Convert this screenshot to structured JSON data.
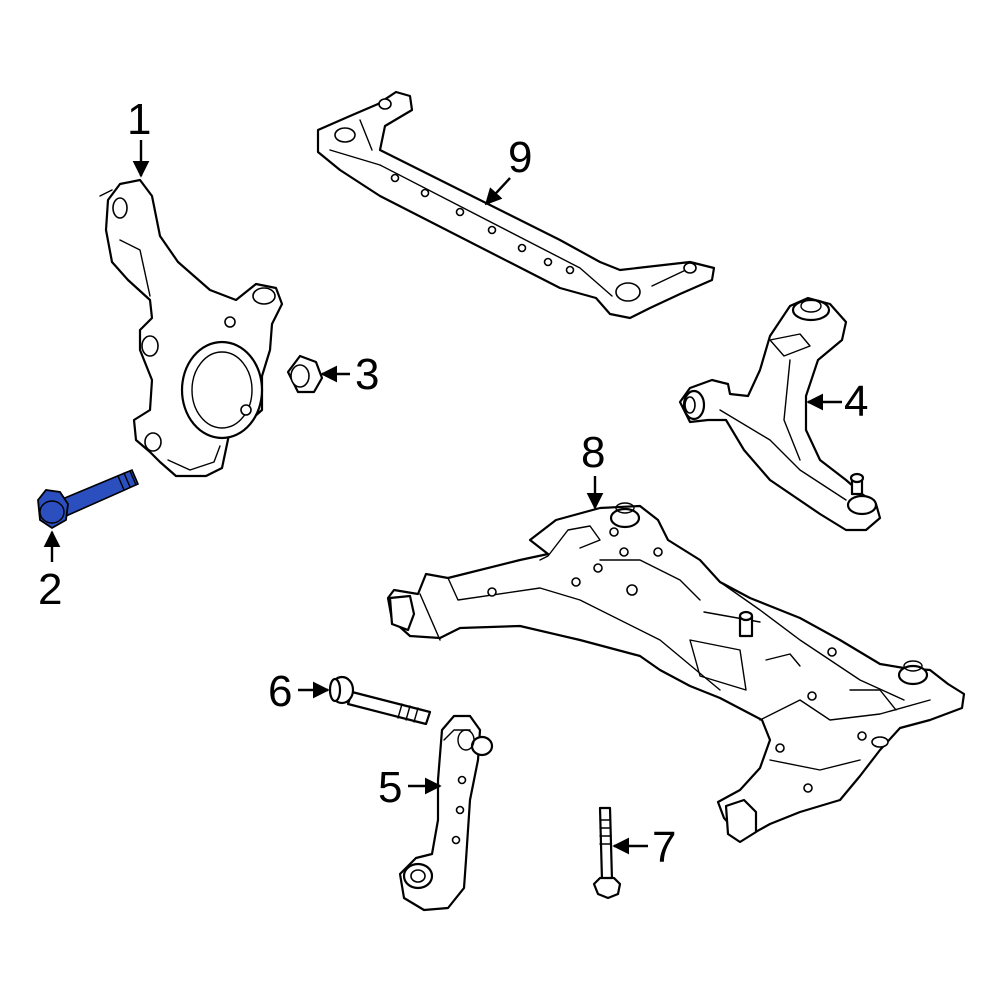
{
  "diagram": {
    "highlight_color": "#2b4fbf",
    "line_color": "#000000",
    "background": "#ffffff",
    "highlighted_part": "2",
    "callouts": [
      {
        "id": "1",
        "label": "1"
      },
      {
        "id": "2",
        "label": "2"
      },
      {
        "id": "3",
        "label": "3"
      },
      {
        "id": "4",
        "label": "4"
      },
      {
        "id": "5",
        "label": "5"
      },
      {
        "id": "6",
        "label": "6"
      },
      {
        "id": "7",
        "label": "7"
      },
      {
        "id": "8",
        "label": "8"
      },
      {
        "id": "9",
        "label": "9"
      }
    ]
  }
}
